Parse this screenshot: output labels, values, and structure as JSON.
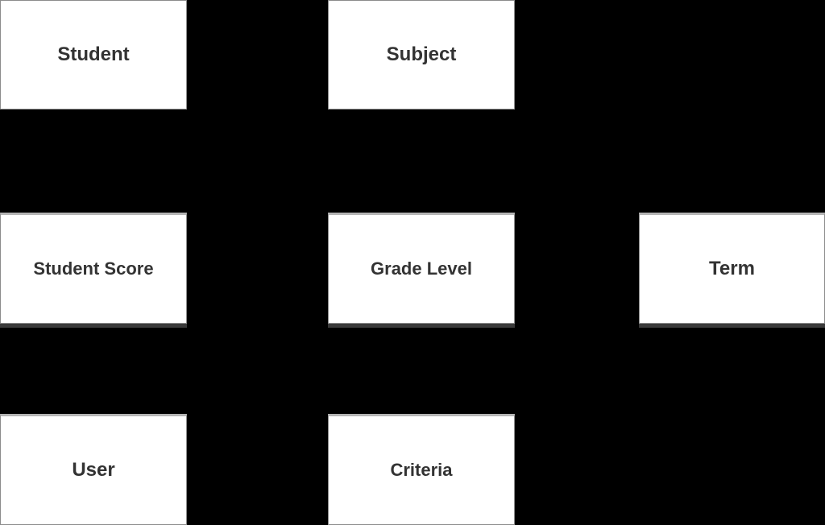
{
  "diagram": {
    "type": "entity-boxes",
    "background": "#000000",
    "box_fill": "#ffffff",
    "text_color": "#333333",
    "entities": [
      {
        "id": "student",
        "label": "Student"
      },
      {
        "id": "subject",
        "label": "Subject"
      },
      {
        "id": "student-score",
        "label": "Student Score"
      },
      {
        "id": "grade-level",
        "label": "Grade Level"
      },
      {
        "id": "term",
        "label": "Term"
      },
      {
        "id": "user",
        "label": "User"
      },
      {
        "id": "criteria",
        "label": "Criteria"
      }
    ]
  }
}
